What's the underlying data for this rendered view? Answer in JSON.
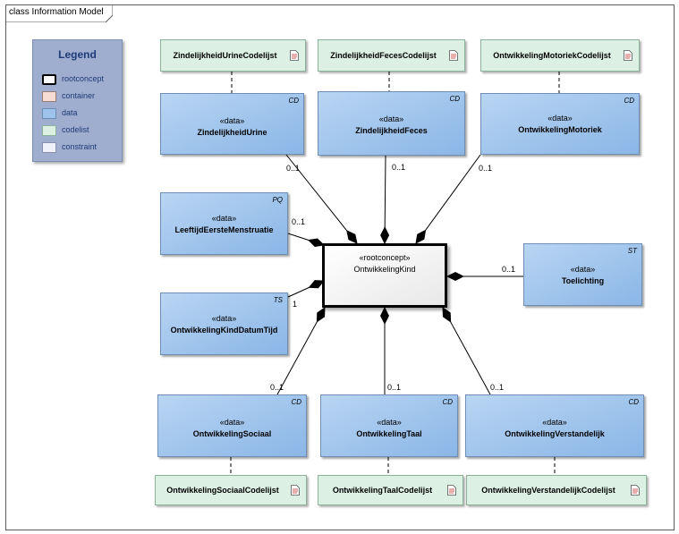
{
  "frame": {
    "title": "class Information Model"
  },
  "legend": {
    "title": "Legend",
    "items": [
      {
        "label": "rootconcept",
        "color": "#ffffff",
        "border": "#000000"
      },
      {
        "label": "container",
        "color": "#f6dcd2",
        "border": "#9a7d72"
      },
      {
        "label": "data",
        "color": "#9dc3ea",
        "border": "#6d8fb5"
      },
      {
        "label": "codelist",
        "color": "#dcf0e4",
        "border": "#8ab39a"
      },
      {
        "label": "constraint",
        "color": "#eef0fa",
        "border": "#8a8fb0"
      }
    ]
  },
  "root": {
    "stereotype": "«rootconcept»",
    "name": "OntwikkelingKind"
  },
  "data_nodes": {
    "urine": {
      "stereotype": "«data»",
      "name": "ZindelijkheidUrine",
      "type": "CD",
      "multiplicity": "0..1"
    },
    "feces": {
      "stereotype": "«data»",
      "name": "ZindelijkheidFeces",
      "type": "CD",
      "multiplicity": "0..1"
    },
    "motoriek": {
      "stereotype": "«data»",
      "name": "OntwikkelingMotoriek",
      "type": "CD",
      "multiplicity": "0..1"
    },
    "menstr": {
      "stereotype": "«data»",
      "name": "LeeftijdEersteMenstruatie",
      "type": "PQ",
      "multiplicity": "0..1"
    },
    "datum": {
      "stereotype": "«data»",
      "name": "OntwikkelingKindDatumTijd",
      "type": "TS",
      "multiplicity": "1"
    },
    "toel": {
      "stereotype": "«data»",
      "name": "Toelichting",
      "type": "ST",
      "multiplicity": "0..1"
    },
    "sociaal": {
      "stereotype": "«data»",
      "name": "OntwikkelingSociaal",
      "type": "CD",
      "multiplicity": "0..1"
    },
    "taal": {
      "stereotype": "«data»",
      "name": "OntwikkelingTaal",
      "type": "CD",
      "multiplicity": "0..1"
    },
    "verst": {
      "stereotype": "«data»",
      "name": "OntwikkelingVerstandelijk",
      "type": "CD",
      "multiplicity": "0..1"
    }
  },
  "codelists": {
    "urine": "ZindelijkheidUrineCodelijst",
    "feces": "ZindelijkheidFecesCodelijst",
    "motoriek": "OntwikkelingMotoriekCodelijst",
    "sociaal": "OntwikkelingSociaalCodelijst",
    "taal": "OntwikkelingTaalCodelijst",
    "verst": "OntwikkelingVerstandelijkCodelijst"
  },
  "colors": {
    "data": "#9dc3ea",
    "codelist": "#dcf0e4",
    "root_border": "#000000",
    "frame_border": "#5a5a5a"
  }
}
